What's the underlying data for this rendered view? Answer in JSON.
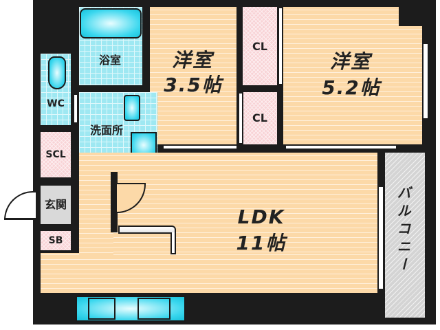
{
  "floorplan": {
    "rooms": [
      {
        "id": "western-room-1",
        "name": "洋室",
        "size": "3.5帖"
      },
      {
        "id": "western-room-2",
        "name": "洋室",
        "size": "5.2帖"
      },
      {
        "id": "ldk",
        "name": "LDK",
        "size": "11帖"
      },
      {
        "id": "bathroom",
        "name": "浴室"
      },
      {
        "id": "washroom",
        "name": "洗面所"
      },
      {
        "id": "toilet",
        "name": "WC"
      },
      {
        "id": "shoe-closet",
        "name": "SCL"
      },
      {
        "id": "entrance",
        "name": "玄関"
      },
      {
        "id": "shoe-box",
        "name": "SB"
      },
      {
        "id": "closet-1",
        "name": "CL"
      },
      {
        "id": "closet-2",
        "name": "CL"
      },
      {
        "id": "balcony",
        "name": "バルコニー"
      }
    ],
    "colors": {
      "wall": "#1c1c1c",
      "floor_wood": "#fcd9a8",
      "tile": "#9ee8f2",
      "closet": "#f8d3d6",
      "entrance": "#d9d9d9",
      "balcony": "#d4d4d4",
      "fixture": "#3ad7ee"
    }
  }
}
